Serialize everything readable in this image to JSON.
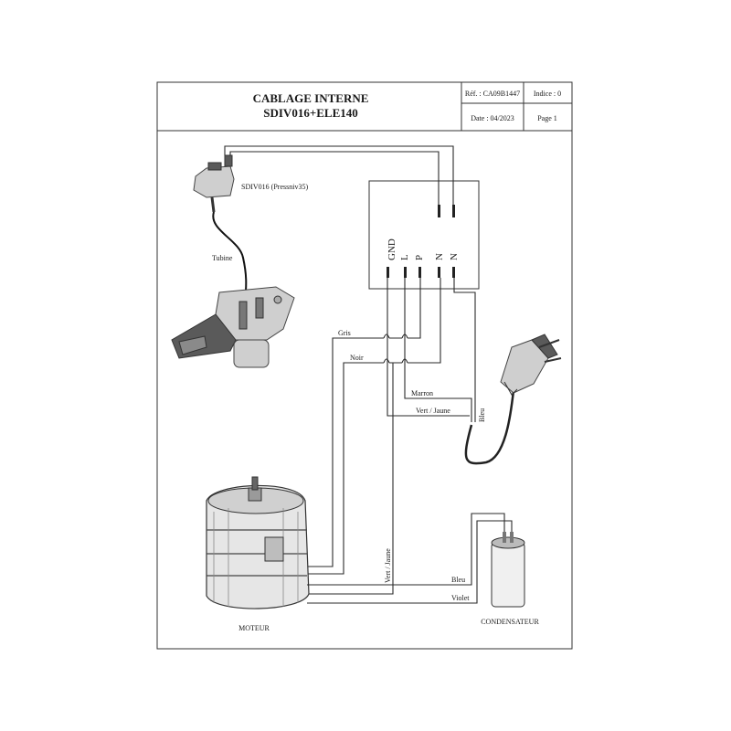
{
  "header": {
    "title_line1": "CABLAGE INTERNE",
    "title_line2": "SDIV016+ELE140",
    "ref": "Réf. : CA09B1447",
    "indice": "Indice : 0",
    "date": "Date : 04/2023",
    "page": "Page 1"
  },
  "components": {
    "pressostat": "SDIV016 (Pressniv35)",
    "tube": "Tubine",
    "motor": "MOTEUR",
    "capacitor": "CONDENSATEUR"
  },
  "terminals": [
    "GND",
    "L",
    "P",
    "N",
    "N"
  ],
  "wires": {
    "gris": "Gris",
    "noir": "Noir",
    "marron": "Marron",
    "vert_jaune_top": "Vert / Jaune",
    "bleu_plug": "Bleu",
    "vert_jaune_motor": "Vert / Jaune",
    "bleu_cap": "Bleu",
    "violet": "Violet"
  }
}
